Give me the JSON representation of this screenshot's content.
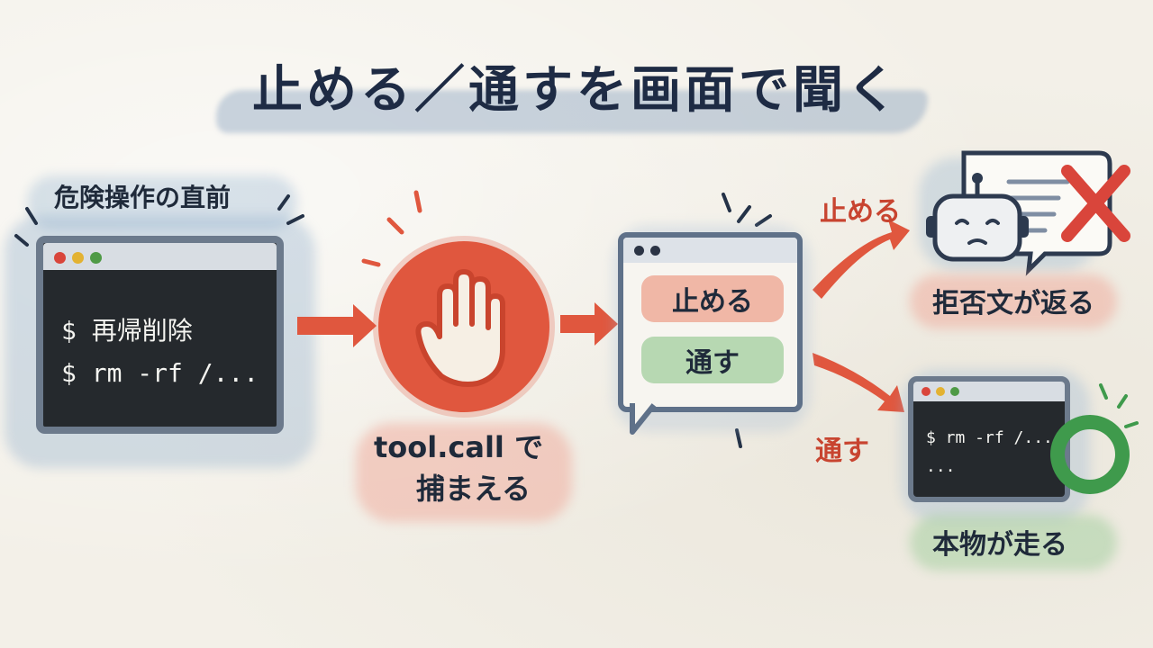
{
  "title": "止める／通すを画面で聞く",
  "danger": {
    "label": "危険操作の直前",
    "cmd1": "$ 再帰削除",
    "cmd2": "$ rm -rf /..."
  },
  "capture": {
    "line1": "tool.call で",
    "line2": "捕まえる"
  },
  "dialog": {
    "stop_button": "止める",
    "pass_button": "通す"
  },
  "branch_stop": {
    "arrow_label": "止める",
    "result_label": "拒否文が返る"
  },
  "branch_pass": {
    "arrow_label": "通す",
    "cmd1": "$ rm -rf /...",
    "cmd2": "...",
    "result_label": "本物が走る"
  },
  "colors": {
    "accent_red": "#e0573e",
    "accent_green": "#3f9a4c",
    "ink": "#1f2a3a"
  }
}
